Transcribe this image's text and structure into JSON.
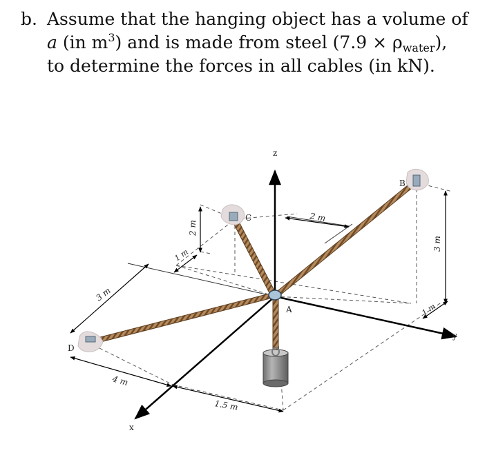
{
  "problem": {
    "label": "b.",
    "line1": "Assume that the hanging object has a volume of",
    "var_a": "a",
    "unit_open": " (in m",
    "unit_exp": "3",
    "unit_close": ") and is made from steel (7.9 × ρ",
    "rho_sub": "water",
    "line2_end": "),",
    "line3": "to determine the forces in all cables (in kN)."
  },
  "figure": {
    "axes": {
      "x": "x",
      "y": "y",
      "z": "z"
    },
    "points": {
      "A": "A",
      "B": "B",
      "C": "C",
      "D": "D"
    },
    "dims": {
      "d_3m_left": "3 m",
      "d_4m": "4 m",
      "d_1_5m": "1.5 m",
      "d_1m_left": "1 m",
      "d_2m_vert": "2 m",
      "d_2m_top": "2 m",
      "d_3m_right": "3 m",
      "d_1m_right": "1 m"
    },
    "colors": {
      "rope": "#b08050",
      "rope_dark": "#6e4a28",
      "cylinder": "#8c8c8c",
      "axis": "#000000"
    }
  }
}
